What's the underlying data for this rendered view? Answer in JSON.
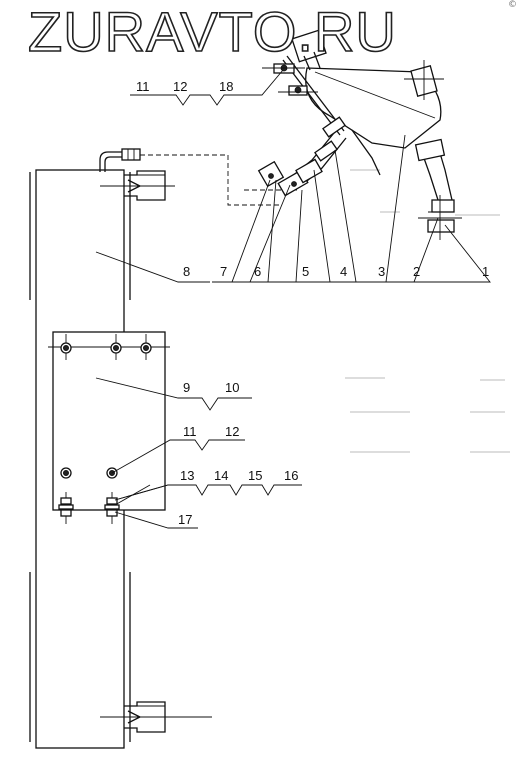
{
  "watermark": "ZURAVTO.RU",
  "corner_mark": "©",
  "callouts": {
    "c1": "1",
    "c2": "2",
    "c3": "3",
    "c4": "4",
    "c5": "5",
    "c6": "6",
    "c7": "7",
    "c8": "8",
    "c9": "9",
    "c10": "10",
    "c11a": "11",
    "c12a": "12",
    "c18": "18",
    "c11b": "11",
    "c12b": "12",
    "c13": "13",
    "c14": "14",
    "c15": "15",
    "c16": "16",
    "c17": "17"
  }
}
